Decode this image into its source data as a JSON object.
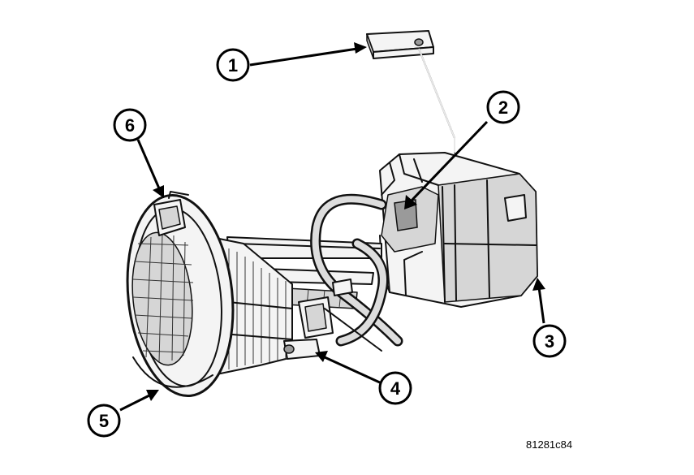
{
  "callouts": [
    {
      "id": "1",
      "label": "1"
    },
    {
      "id": "2",
      "label": "2"
    },
    {
      "id": "3",
      "label": "3"
    },
    {
      "id": "4",
      "label": "4"
    },
    {
      "id": "5",
      "label": "5"
    },
    {
      "id": "6",
      "label": "6"
    }
  ],
  "figure_code": "81281c84"
}
